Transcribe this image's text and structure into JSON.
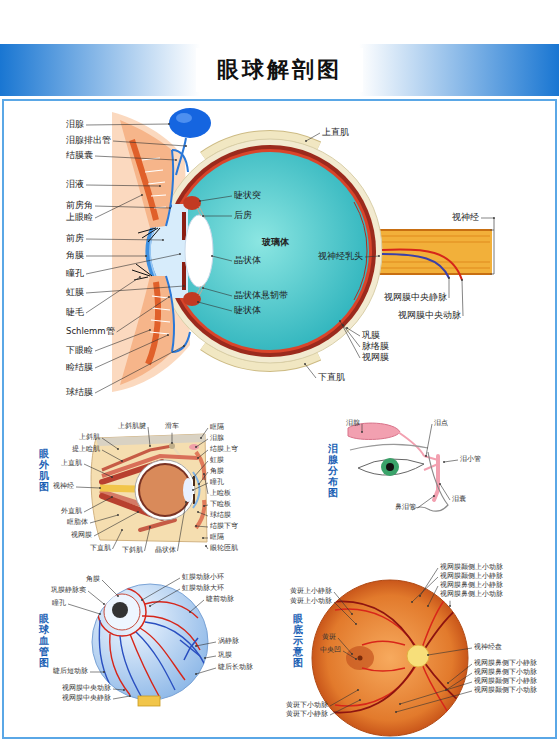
{
  "diagram": {
    "title": "眼球解剖图",
    "labels": [
      "泪腺",
      "泪腺排出管",
      "结膜囊",
      "泪液",
      "前房角",
      "上眼睑",
      "前房",
      "角膜",
      "瞳孔",
      "虹膜",
      "睫毛",
      "Schlemm管",
      "下眼睑",
      "睑结膜",
      "球结膜",
      "睫状突",
      "后房",
      "玻璃体",
      "晶状体",
      "晶状体悬韧带",
      "睫状体",
      "视神经乳头",
      "上直肌",
      "视神经",
      "视网膜中央静脉",
      "视网膜中央动脉",
      "巩膜",
      "脉络膜",
      "视网膜",
      "下直肌",
      "眼外肌图",
      "上斜肌腱",
      "滑车",
      "上斜肌",
      "提上睑肌",
      "上直肌",
      "视神经",
      "外直肌",
      "眶脂体",
      "视网膜",
      "下直肌",
      "下斜肌",
      "晶状体",
      "眶隔",
      "泪腺",
      "结膜上穹",
      "虹膜",
      "角膜",
      "瞳孔",
      "上睑板",
      "下睑板",
      "球结膜",
      "结膜下穹",
      "眶隔",
      "眼轮匝肌",
      "泪腺分布图",
      "泪腺",
      "泪点",
      "泪小管",
      "泪囊",
      "鼻泪管",
      "眼球血管图",
      "角膜",
      "巩膜静脉窦",
      "瞳孔",
      "虹膜动脉小环",
      "虹膜动脉大环",
      "睫前动脉",
      "涡静脉",
      "巩膜",
      "睫后长动脉",
      "睫后短动脉",
      "视网膜中央动脉",
      "视网膜中央静脉",
      "眼底示意图",
      "视网膜颞侧上小动脉",
      "视网膜颞侧上小静脉",
      "视网膜鼻侧上小静脉",
      "视网膜鼻侧上小动脉",
      "黄斑上小静脉",
      "黄斑上小动脉",
      "黄斑",
      "中央凹",
      "黄斑下小动脉",
      "黄斑下小静脉",
      "视神经盘",
      "视网膜鼻侧下小静脉",
      "视网膜鼻侧下小动脉",
      "视网膜颞侧下小静脉",
      "视网膜颞侧下小动脉"
    ]
  }
}
